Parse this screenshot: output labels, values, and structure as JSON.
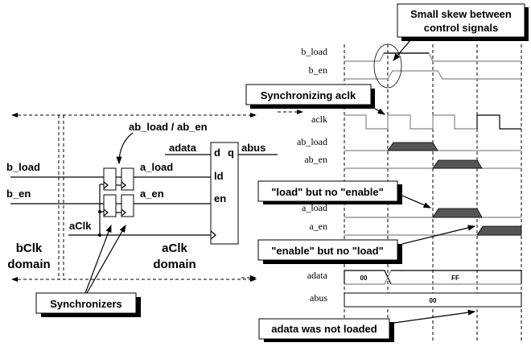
{
  "diagram": {
    "circuit": {
      "inputs": {
        "b_load": "b_load",
        "b_en": "b_en",
        "aclk": "aClk",
        "adata": "adata"
      },
      "sync_outputs": {
        "a_load": "a_load",
        "a_en": "a_en"
      },
      "sync_label": "ab_load / ab_en",
      "register_ports": {
        "d": "d",
        "q": "q",
        "ld": "ld",
        "en": "en"
      },
      "output": "abus",
      "domains": [
        {
          "line1": "bClk",
          "line2": "domain"
        },
        {
          "line1": "aClk",
          "line2": "domain"
        }
      ],
      "callout_synchronizers": "Synchronizers"
    },
    "timing": {
      "signals": [
        "b_load",
        "b_en",
        "aclk",
        "ab_load",
        "ab_en",
        "a_load",
        "a_en",
        "adata",
        "abus"
      ],
      "adata_values": [
        "00",
        "FF"
      ],
      "abus_values": [
        "00"
      ]
    },
    "callouts": {
      "skew": {
        "line1": "Small skew between",
        "line2": "control signals"
      },
      "sync_clk": "Synchronizing aclk",
      "load_no_enable": "\"load\" but no \"enable\"",
      "enable_no_load": "\"enable\" but no \"load\"",
      "not_loaded": "adata was not loaded"
    }
  }
}
